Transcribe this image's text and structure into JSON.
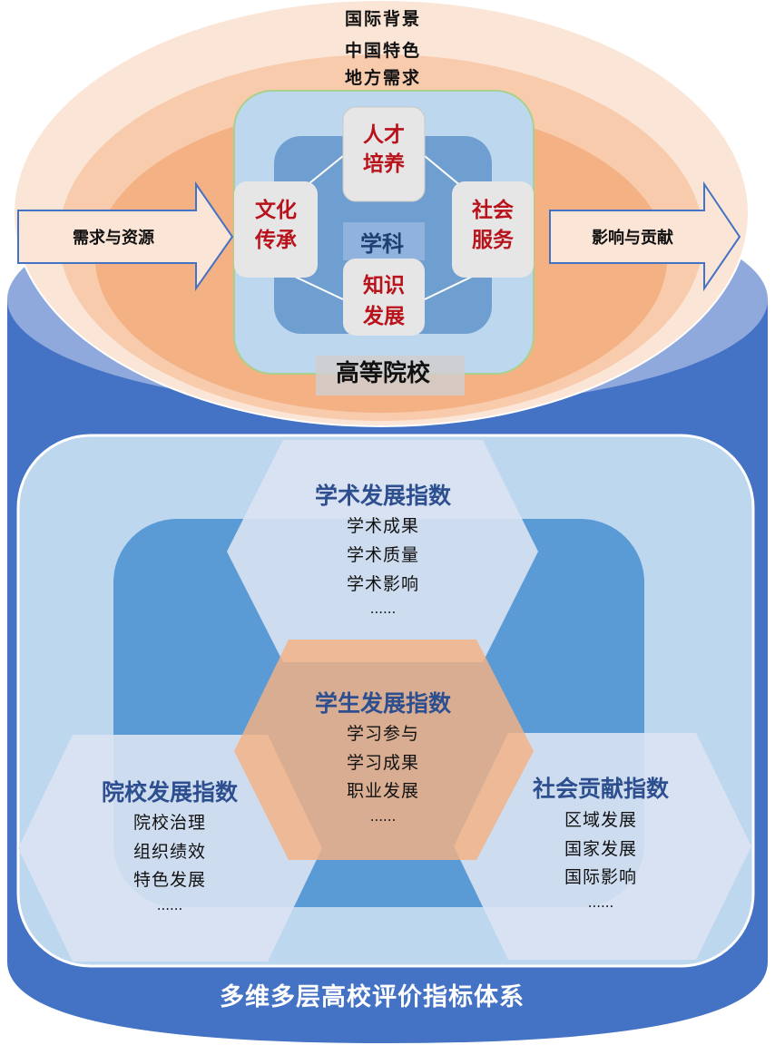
{
  "context_layers": [
    "国际背景",
    "中国特色",
    "地方需求"
  ],
  "arrows": {
    "input": "需求与资源",
    "output": "影响与贡献"
  },
  "functions": {
    "talent": [
      "人才",
      "培养"
    ],
    "culture": [
      "文化",
      "传承"
    ],
    "service": [
      "社会",
      "服务"
    ],
    "knowledge": [
      "知识",
      "发展"
    ]
  },
  "core": {
    "discipline": "学科",
    "university": "高等院校"
  },
  "indices": {
    "academic": {
      "title": "学术发展指数",
      "items": [
        "学术成果",
        "学术质量",
        "学术影响",
        "......"
      ]
    },
    "student": {
      "title": "学生发展指数",
      "items": [
        "学习参与",
        "学习成果",
        "职业发展",
        "......"
      ]
    },
    "institution": {
      "title": "院校发展指数",
      "items": [
        "院校治理",
        "组织绩效",
        "特色发展",
        "......"
      ]
    },
    "social": {
      "title": "社会贡献指数",
      "items": [
        "区域发展",
        "国家发展",
        "国际影响",
        "......"
      ]
    }
  },
  "system_title": "多维多层高校评价指标体系",
  "colors": {
    "cylinder": "#4472c4",
    "cylinder_top": "#8fa9dc",
    "ellipse_outer": "#fbe5d6",
    "ellipse_mid": "#f8cbad",
    "ellipse_inner": "#f4b183",
    "core_box": "#bdd7ee",
    "core_inner": "#6f9fd0",
    "function_box": "#e7e6e6",
    "function_text": "#b8121b",
    "hex": "#dae3f3",
    "hex_center": "#f4b183",
    "hex_title": "#2d4f8f"
  }
}
